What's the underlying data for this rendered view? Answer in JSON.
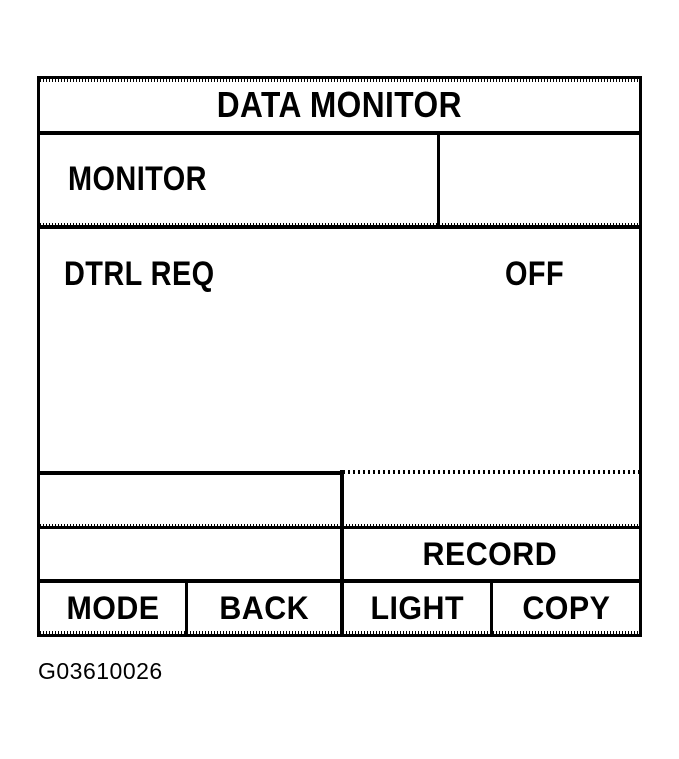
{
  "device_screen": {
    "title": "DATA MONITOR",
    "header": {
      "label": "MONITOR"
    },
    "data_items": [
      {
        "name": "DTRL REQ",
        "value": "OFF"
      }
    ],
    "record_label": "RECORD",
    "function_keys": [
      {
        "label": "MODE"
      },
      {
        "label": "BACK"
      },
      {
        "label": "LIGHT"
      },
      {
        "label": "COPY"
      }
    ],
    "colors": {
      "ink": "#000000",
      "paper": "#ffffff"
    }
  },
  "caption": {
    "figure_id": "G03610026"
  }
}
